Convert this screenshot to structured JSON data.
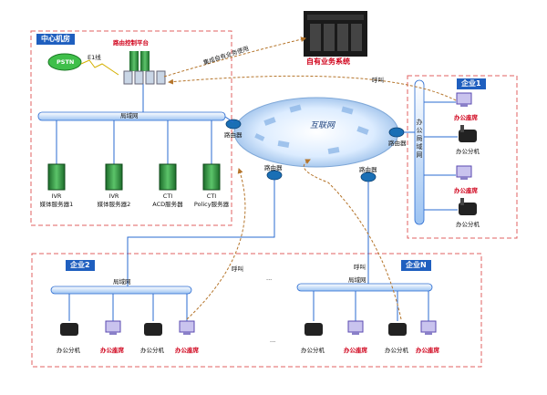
{
  "center": {
    "tag": "中心机房",
    "platform": "路由控制平台",
    "pstn": "PSTN",
    "e1": "E1线",
    "lan": "局域网",
    "servers": [
      {
        "line1": "IVR",
        "line2": "媒体服务器1"
      },
      {
        "line1": "IVR",
        "line2": "媒体服务器2"
      },
      {
        "line1": "CTI",
        "line2": "ACD服务器"
      },
      {
        "line1": "CTI",
        "line2": "Policy服务器"
      }
    ]
  },
  "own_system": {
    "label": "自有业务系统",
    "link": "集成自有业务使用"
  },
  "internet": {
    "label": "互联网"
  },
  "router_label": "路由器",
  "call_label": "呼叫",
  "ellipsis": "...",
  "enterprise1": {
    "tag": "企业1",
    "lan": "办公局域网",
    "devices": [
      "办公座席",
      "办公分机",
      "办公座席",
      "办公分机"
    ]
  },
  "enterprise2": {
    "tag": "企业2",
    "lan": "局域网",
    "devices": [
      "办公分机",
      "办公座席",
      "办公分机",
      "办公座席"
    ]
  },
  "enterpriseN": {
    "tag": "企业N",
    "lan": "局域网",
    "devices": [
      "办公分机",
      "办公座席",
      "办公分机",
      "办公座席"
    ]
  },
  "colors": {
    "dash": "#e06060",
    "lan": "#2a6bd1",
    "arrow": "#b5752b",
    "tag": "#1f5fbf",
    "seat": "#d0021b"
  }
}
